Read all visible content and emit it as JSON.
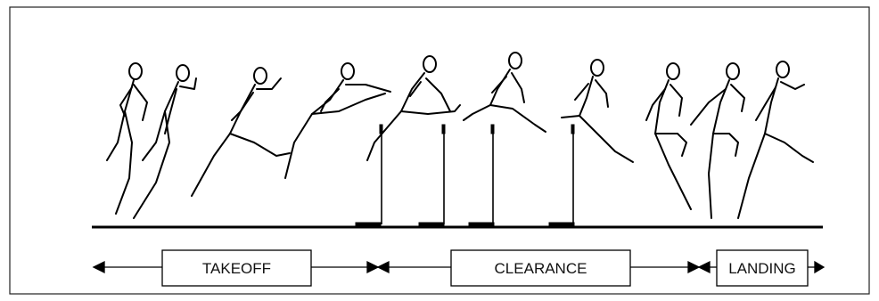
{
  "phases": [
    {
      "label": "TAKEOFF"
    },
    {
      "label": "CLEARANCE"
    },
    {
      "label": "LANDING"
    }
  ],
  "figure": {
    "athlete_poses": 10,
    "hurdle_frames": 4,
    "line_color": "#000000",
    "background": "#ffffff"
  }
}
